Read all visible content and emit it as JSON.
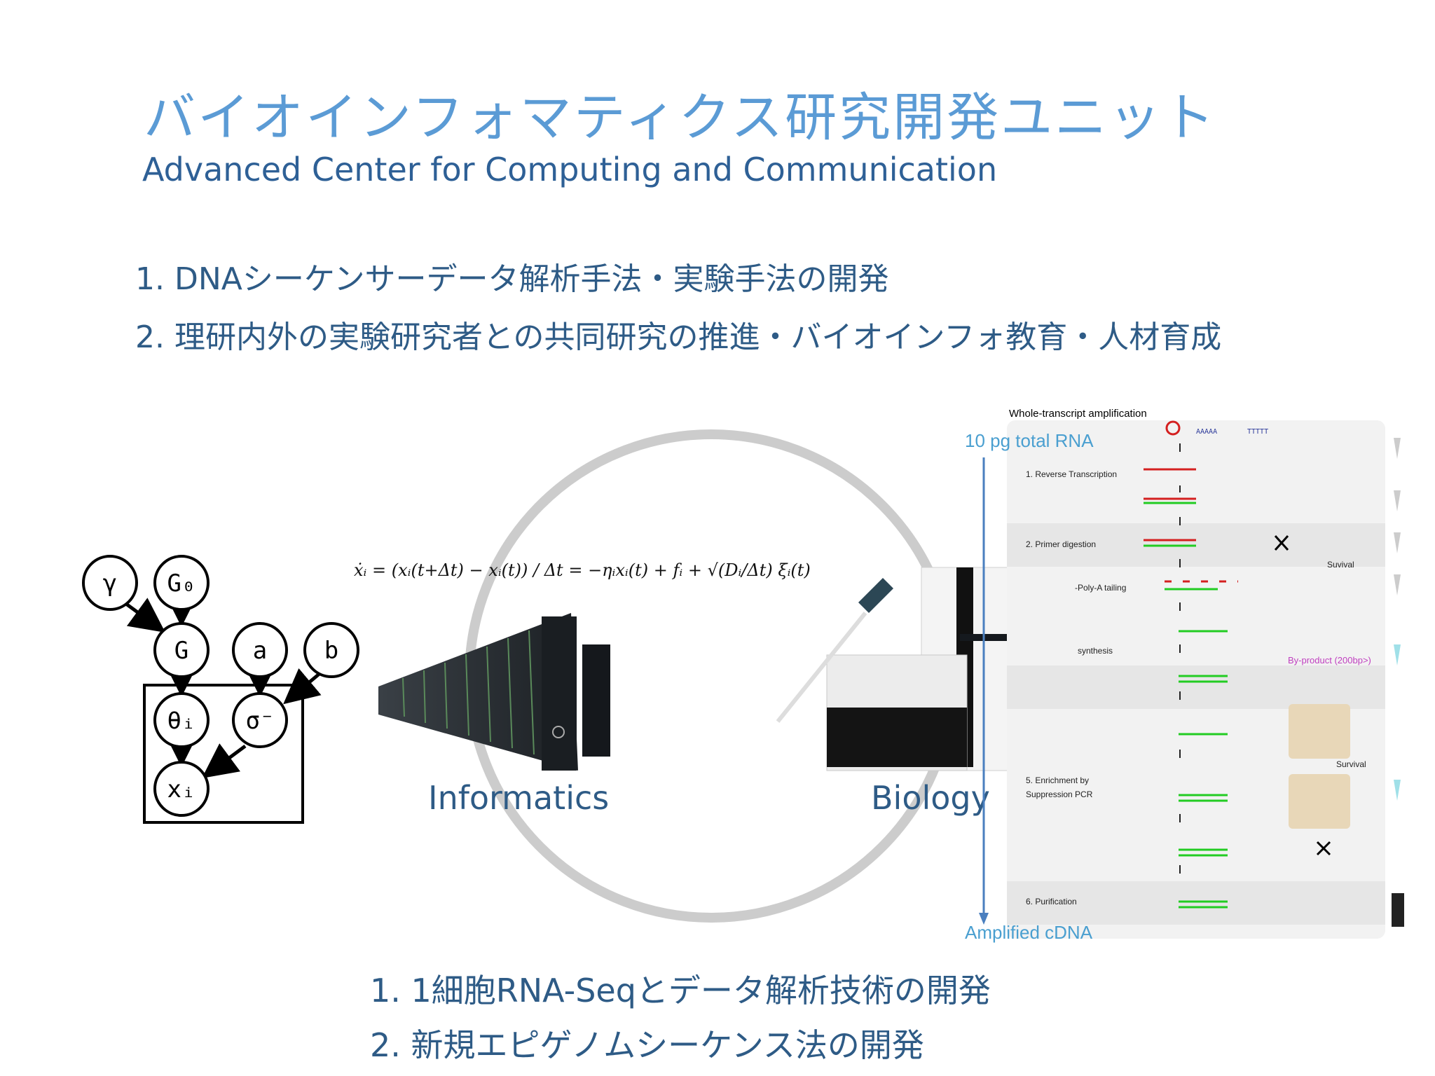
{
  "header": {
    "title": "バイオインフォマティクス研究開発ユニット",
    "subtitle": "Advanced Center for Computing and Communication"
  },
  "objectives": [
    "1. DNAシーケンサーデータ解析手法・実験手法の開発",
    "2. 理研内外の実験研究者との共同研究の推進・バイオインフォ教育・人材育成"
  ],
  "labels": {
    "informatics": "Informatics",
    "biology": "Biology"
  },
  "graph_nodes": {
    "gamma": "γ",
    "g0": "G₀",
    "g": "G",
    "a": "a",
    "b": "b",
    "theta": "θᵢ",
    "sigma": "σ⁻",
    "x": "xᵢ"
  },
  "equation": "ẋᵢ = (xᵢ(t+Δt) − xᵢ(t)) / Δt = −ηᵢxᵢ(t) + fᵢ + √(Dᵢ/Δt) ξᵢ(t)",
  "protocol": {
    "title": "Whole-transcript amplification",
    "input": "10 pg total RNA",
    "output": "Amplified cDNA",
    "steps": [
      "1. Reverse Transcription",
      "2. Primer digestion",
      "-Poly-A tailing",
      "synthesis",
      "5. Enrichment by",
      "Suppression PCR",
      "6. Purification"
    ],
    "survival": "Suvival",
    "survival2": "Survival",
    "byproduct": "By-product (200bp>)",
    "seq_aaaaa": "AAAAA",
    "seq_ttttt": "TTTTT"
  },
  "bottom": [
    "1.  1細胞RNA-Seqとデータ解析技術の開発",
    "2.  新規エピゲノムシーケンス法の開発"
  ],
  "colors": {
    "title": "#5b9bd5",
    "text": "#2e5b86",
    "rna": "#d42020",
    "cdna": "#22cc22",
    "adapter": "#2c3a9a",
    "byproduct": "#c040c0"
  }
}
